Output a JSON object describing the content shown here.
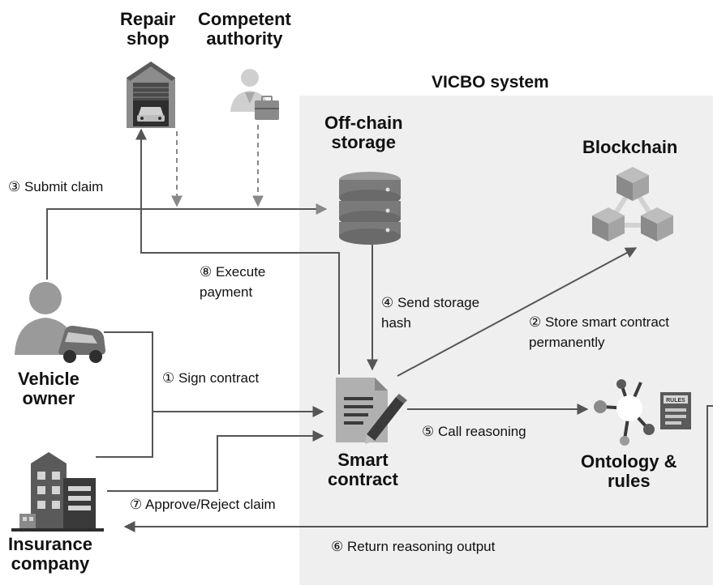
{
  "system_label": "VICBO system",
  "entities": {
    "repair_shop": "Repair\nshop",
    "competent_authority": "Competent\nauthority",
    "off_chain_storage": "Off-chain\nstorage",
    "blockchain": "Blockchain",
    "vehicle_owner": "Vehicle\nowner",
    "smart_contract": "Smart\ncontract",
    "ontology_rules": "Ontology &\nrules",
    "insurance_company": "Insurance\ncompany",
    "rules_badge": "RULES"
  },
  "steps": {
    "s1": "① Sign contract",
    "s2": "② Store smart contract\npermanently",
    "s3": "③ Submit claim",
    "s4": "④ Send storage\nhash",
    "s5": "⑤ Call reasoning",
    "s6": "⑥ Return reasoning output",
    "s7": "⑦ Approve/Reject claim",
    "s8": "⑧ Execute\npayment"
  },
  "colors": {
    "line": "#5a5a5a",
    "dashed": "#8a8a8a",
    "system_bg": "#efefef",
    "icon_dark": "#3a3a3a",
    "icon_mid": "#8c8c8c",
    "icon_light": "#c4c4c4"
  }
}
